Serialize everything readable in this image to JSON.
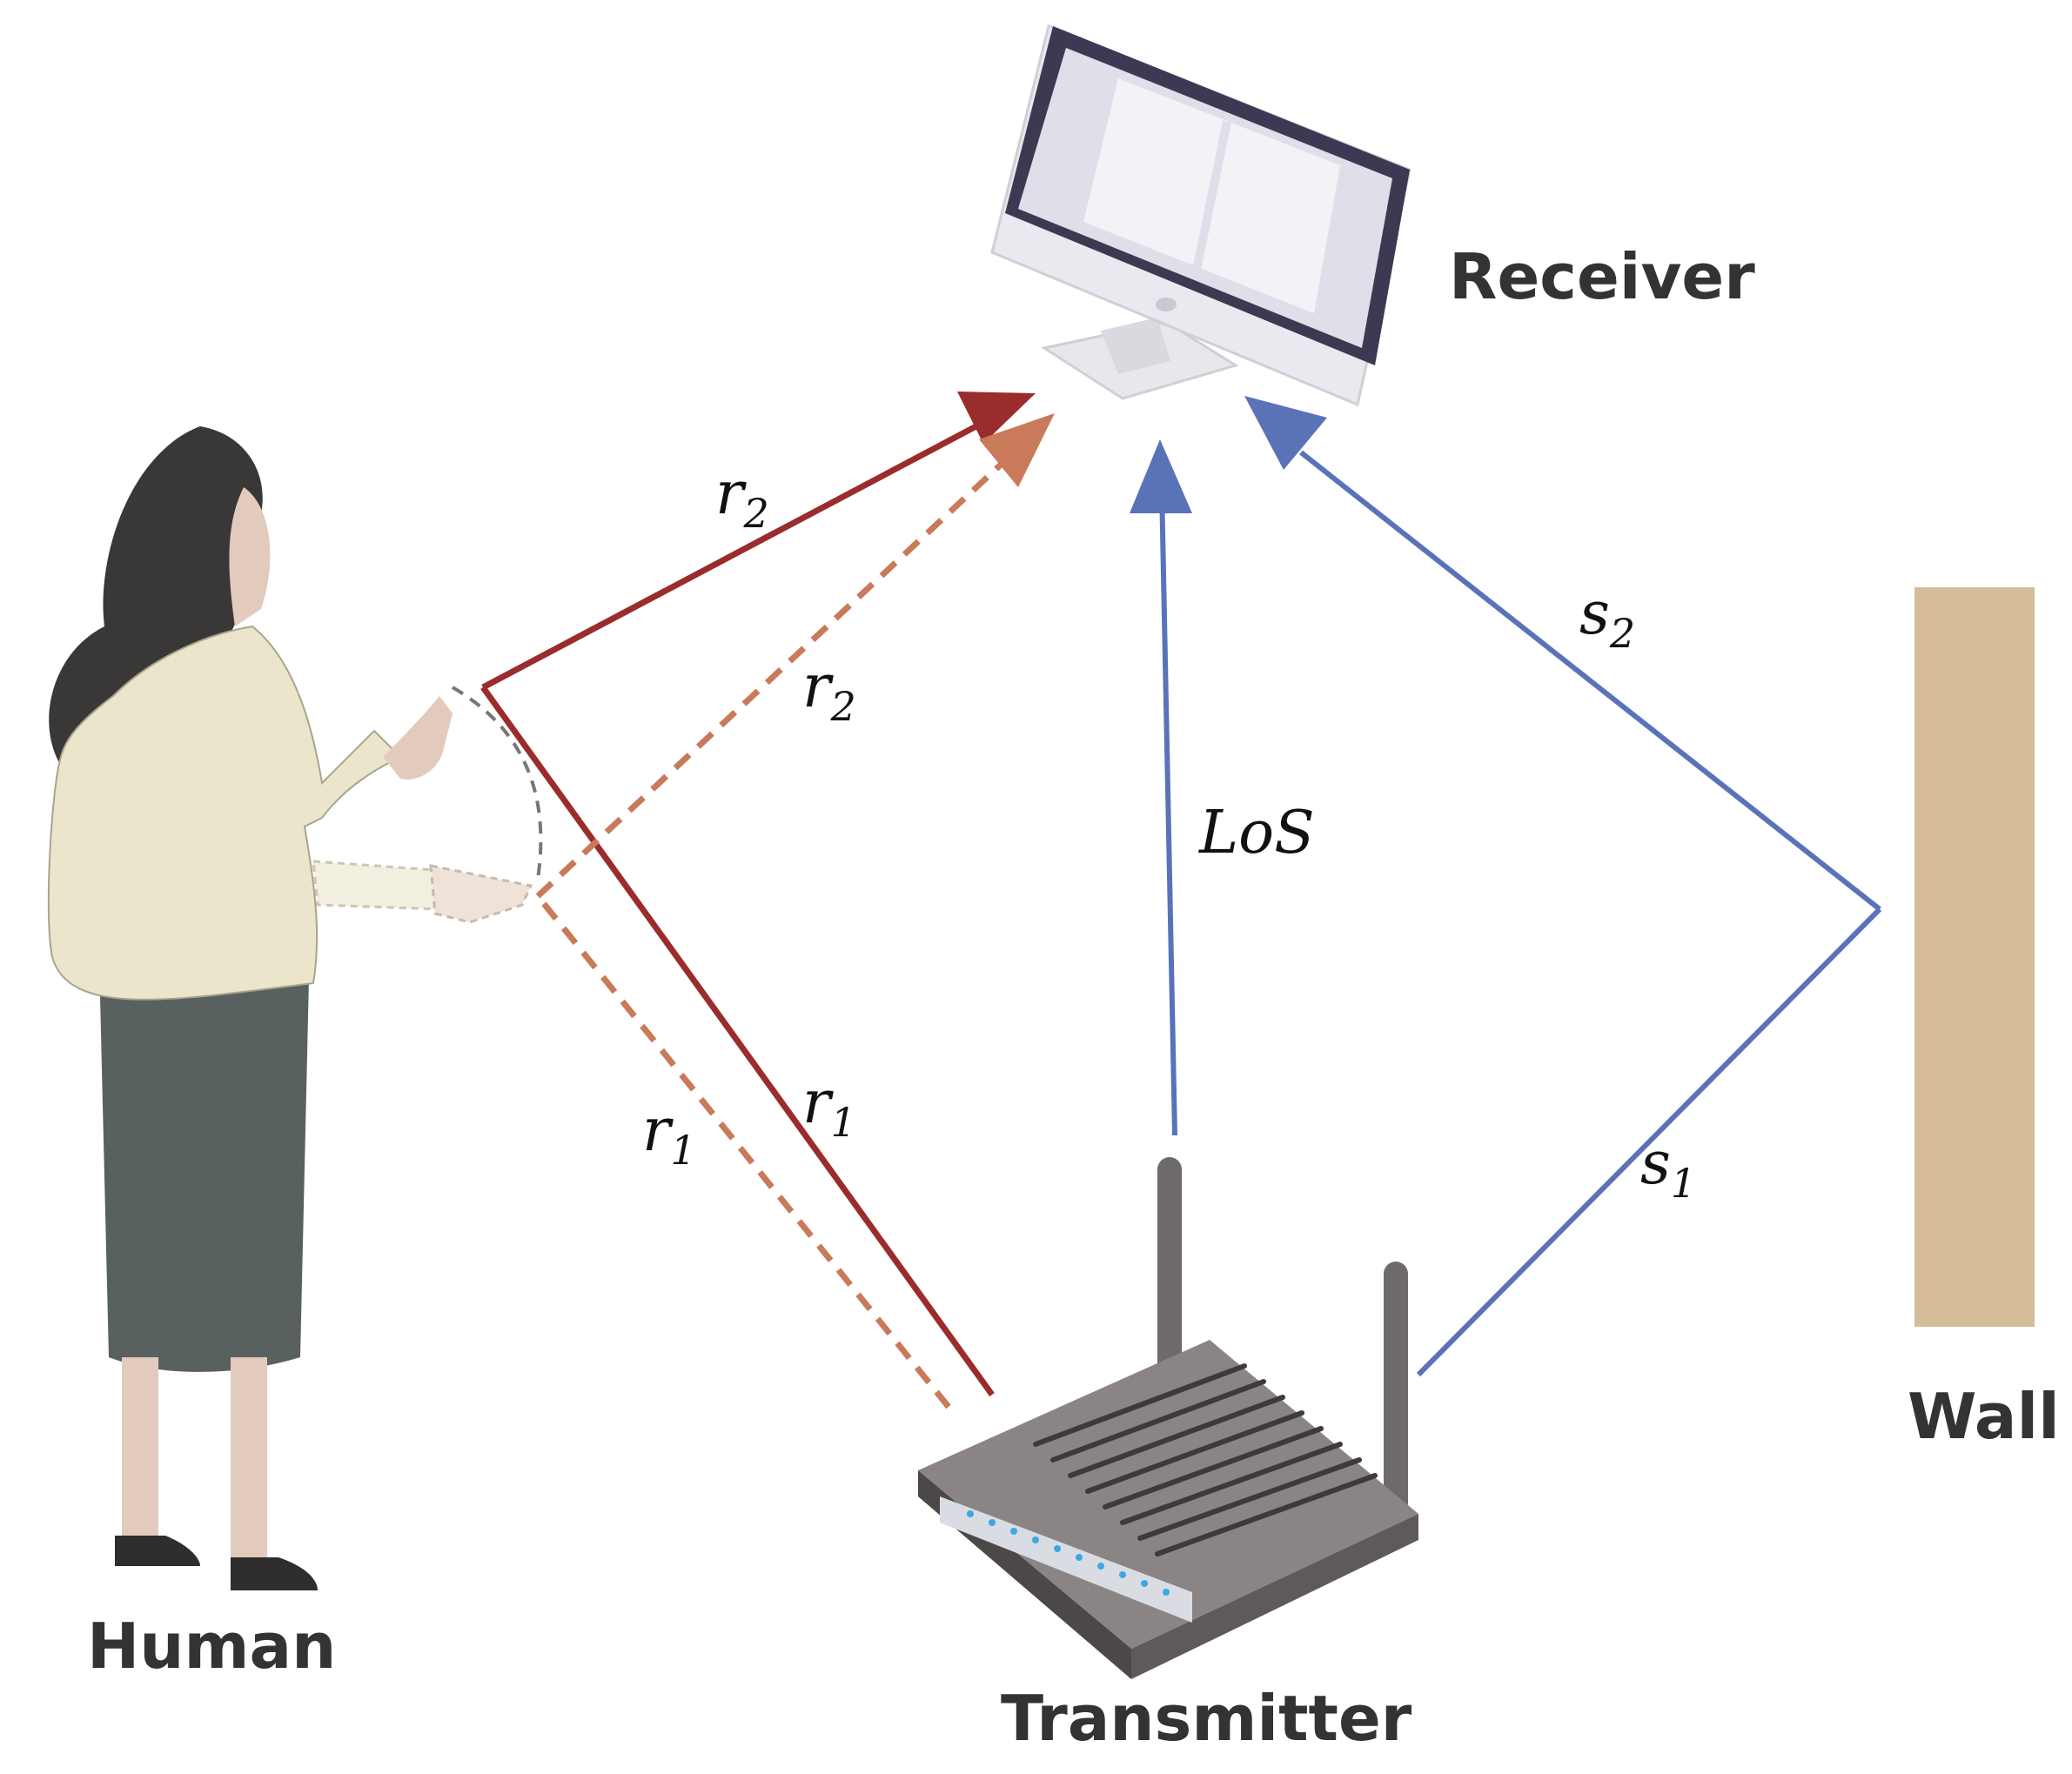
{
  "labels": {
    "receiver": "Receiver",
    "human": "Human",
    "transmitter": "Transmitter",
    "wall": "Wall"
  },
  "paths": {
    "r2_solid": {
      "var": "r",
      "sub": "2"
    },
    "r2_dashed": {
      "var": "r",
      "sub": "2"
    },
    "r1_solid": {
      "var": "r",
      "sub": "1"
    },
    "r1_dashed": {
      "var": "r",
      "sub": "1"
    },
    "los": {
      "var": "LoS"
    },
    "s2": {
      "var": "s",
      "sub": "2"
    },
    "s1": {
      "var": "s",
      "sub": "1"
    }
  },
  "colors": {
    "solid_path": "#9b2c2c",
    "dashed_path": "#c97a5a",
    "static_path": "#5a72b8",
    "wall": "#d6bd9a",
    "text": "#333333"
  }
}
